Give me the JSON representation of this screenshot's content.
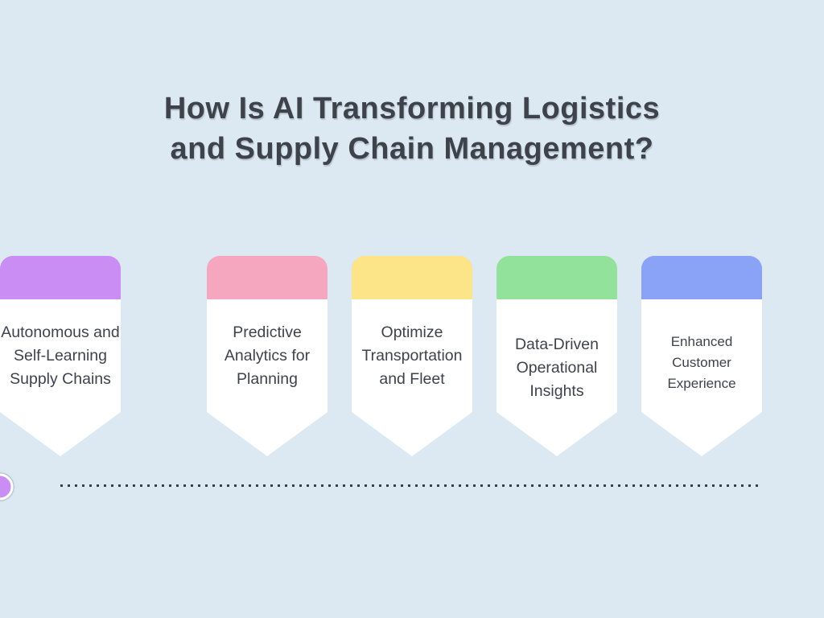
{
  "page": {
    "background_color": "#dce9f3",
    "text_color": "#3e434b"
  },
  "title": {
    "text": "How Is AI Transforming Logistics\nand Supply Chain Management?"
  },
  "cards": [
    {
      "label": "Predictive\nAnalytics for\nPlanning",
      "color": "#f5a7bf"
    },
    {
      "label": "Optimize\nTransportation\nand Fleet",
      "color": "#fce489"
    },
    {
      "label": "Data-Driven\nOperational\nInsights",
      "color": "#92e29c"
    },
    {
      "label": "Enhanced\nCustomer\nExperience",
      "color": "#8ba3f7"
    },
    {
      "label": "Autonomous and\nSelf-Learning\nSupply Chains",
      "color": "#c98df4"
    }
  ],
  "timeline": {
    "dot_color": "#3a3f46"
  }
}
